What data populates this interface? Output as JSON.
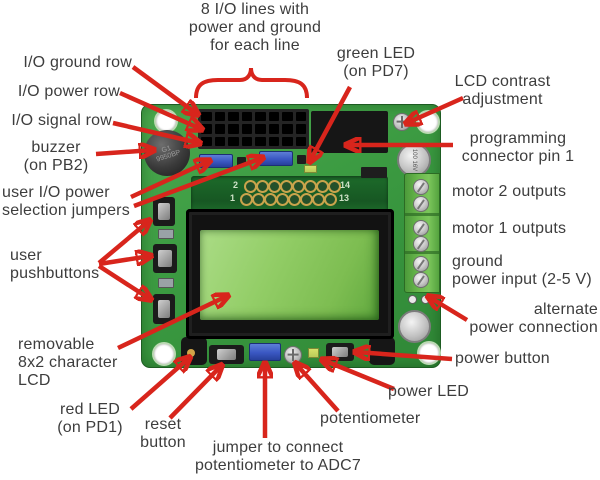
{
  "labels": {
    "io_lines_note": "8 I/O lines with\npower and ground\nfor each line",
    "io_ground_row": "I/O ground row",
    "io_power_row": "I/O power row",
    "io_signal_row": "I/O signal row",
    "buzzer": "buzzer\n(on PB2)",
    "user_io_power_jumpers": "user I/O power\nselection jumpers",
    "user_pushbuttons": "user\npushbuttons",
    "removable_lcd": "removable\n8x2 character\nLCD",
    "red_led": "red LED\n(on PD1)",
    "reset_button": "reset\nbutton",
    "adc7_jumper": "jumper to connect\npotentiometer to ADC7",
    "potentiometer": "potentiometer",
    "power_led": "power LED",
    "power_button": "power button",
    "alternate_power": "alternate\npower connection",
    "ground_power_input": "ground\npower input (2-5 V)",
    "motor1_outputs": "motor 1 outputs",
    "motor2_outputs": "motor 2 outputs",
    "programming_pin1": "programming\nconnector pin 1",
    "lcd_contrast": "LCD contrast\nadjustment",
    "green_led": "green LED\n(on PD7)"
  },
  "board": {
    "silkscreen": {
      "lcd_pin_2": "2",
      "lcd_pin_14": "14",
      "lcd_pin_1": "1",
      "lcd_pin_13": "13"
    },
    "buzzer_marking": "G1\n9950BP",
    "capacitor_marking": "100 16V"
  },
  "colors": {
    "pcb_green": "#3b9a41",
    "lcd_screen_green": "#8cc95f",
    "arrow_red": "#d8251c",
    "label_text": "#3d3d3d",
    "jumper_blue": "#3a57c2",
    "terminal_green": "#6ab84d"
  }
}
